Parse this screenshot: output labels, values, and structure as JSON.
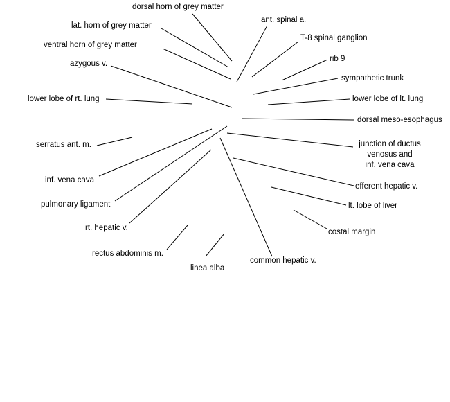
{
  "labels": {
    "dorsal_horn": "dorsal horn of grey matter",
    "lat_horn": "lat. horn of grey matter",
    "ventral_horn": "ventral horn of grey matter",
    "azygous": "azygous v.",
    "lower_lobe_rt_lung": "lower lobe of rt. lung",
    "serratus": "serratus ant. m.",
    "inf_vena_cava": "inf. vena cava",
    "pulmonary_ligament": "pulmonary ligament",
    "rt_hepatic": "rt. hepatic v.",
    "rectus_abdominis": "rectus abdominis m.",
    "linea_alba": "linea alba",
    "common_hepatic": "common hepatic v.",
    "ant_spinal": "ant. spinal a.",
    "t8_ganglion": "T-8 spinal ganglion",
    "rib9": "rib 9",
    "sympathetic_trunk": "sympathetic trunk",
    "lower_lobe_lt_lung": "lower lobe of lt. lung",
    "dorsal_meso": "dorsal meso-esophagus",
    "junction_line1": "junction of ductus",
    "junction_line2": "venosus and",
    "junction_line3": "inf. vena cava",
    "efferent_hepatic": "efferent hepatic v.",
    "lt_lobe_liver": "lt. lobe of liver",
    "costal_margin": "costal margin"
  }
}
